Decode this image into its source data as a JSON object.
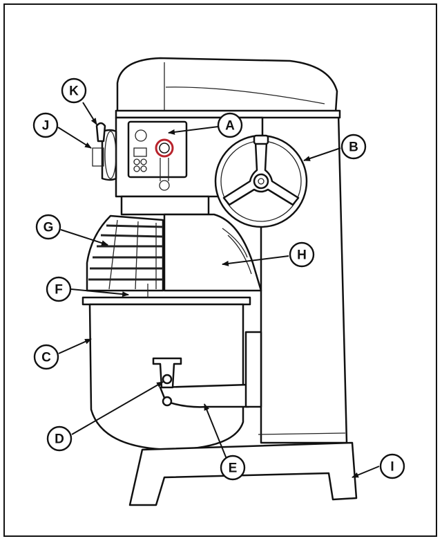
{
  "colors": {
    "line": "#111111",
    "background": "#ffffff",
    "switch_ring": "#b8232c"
  },
  "callouts": [
    {
      "id": "A",
      "label": "A"
    },
    {
      "id": "B",
      "label": "B"
    },
    {
      "id": "C",
      "label": "C"
    },
    {
      "id": "D",
      "label": "D"
    },
    {
      "id": "E",
      "label": "E"
    },
    {
      "id": "F",
      "label": "F"
    },
    {
      "id": "G",
      "label": "G"
    },
    {
      "id": "H",
      "label": "H"
    },
    {
      "id": "I",
      "label": "I"
    },
    {
      "id": "J",
      "label": "J"
    },
    {
      "id": "K",
      "label": "K"
    }
  ]
}
